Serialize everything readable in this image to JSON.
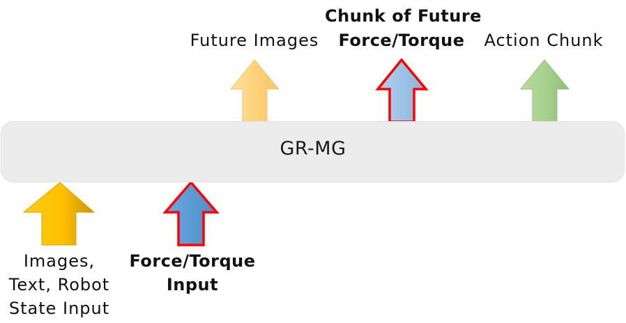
{
  "model": {
    "label": "GR-MG"
  },
  "outputs": {
    "future_images": "Future Images",
    "future_force_torque_line1": "Chunk of Future",
    "future_force_torque_line2": "Force/Torque",
    "action_chunk": "Action Chunk"
  },
  "inputs": {
    "images_text_state_line1": "Images,",
    "images_text_state_line2": "Text, Robot",
    "images_text_state_line3": "State Input",
    "force_torque_line1": "Force/Torque",
    "force_torque_line2": "Input"
  },
  "colors": {
    "future_images_arrow": "#ffd27a",
    "future_force_torque_arrow": "#9dc3e6",
    "action_chunk_arrow": "#a9d18e",
    "input_images_arrow": "#ffc000",
    "input_force_torque_arrow": "#5b9bd5",
    "highlight_outline": "#ff0000",
    "model_box": "#ececec"
  }
}
